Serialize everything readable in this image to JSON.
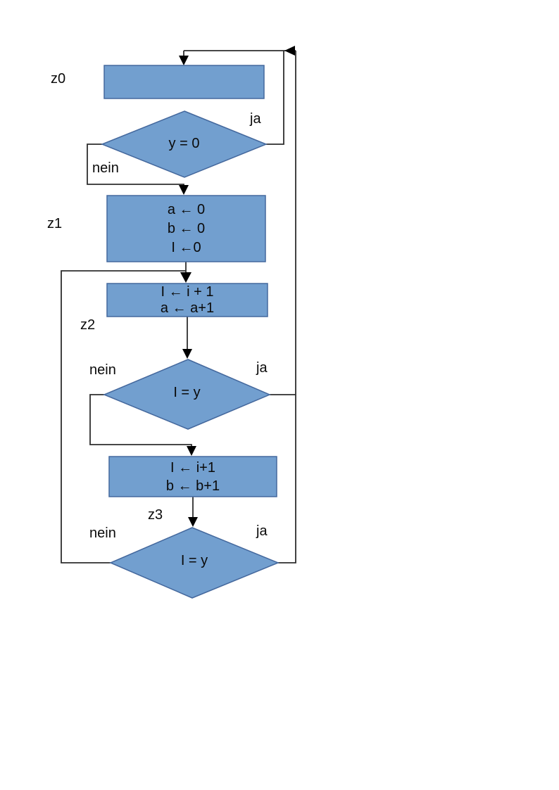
{
  "diagram": {
    "colors": {
      "bg-color": "#ffffff",
      "node-fill": "#729fcf",
      "node-border": "#44689d",
      "line-color": "#2e2e2e",
      "arrow-color": "#000000",
      "text-color": "#0a0a0a"
    },
    "state_labels": {
      "z0": "z0",
      "z1": "z1",
      "z2": "z2",
      "z3": "z3"
    },
    "nodes": {
      "decision_y0": {
        "text": "y = 0"
      },
      "init_box": {
        "lines": [
          "a ← 0",
          "b ← 0",
          "I ←0"
        ]
      },
      "inc_a_box": {
        "lines": [
          "I ← i + 1",
          "a ← a+1"
        ]
      },
      "decision_iy_1": {
        "text": "I = y"
      },
      "inc_b_box": {
        "lines": [
          "I ← i+1",
          "b ← b+1"
        ]
      },
      "decision_iy_2": {
        "text": "I = y"
      }
    },
    "edge_labels": {
      "d1_ja": "ja",
      "d1_nein": "nein",
      "d2_ja": "ja",
      "d2_nein": "nein",
      "d3_ja": "ja",
      "d3_nein": "nein"
    }
  }
}
